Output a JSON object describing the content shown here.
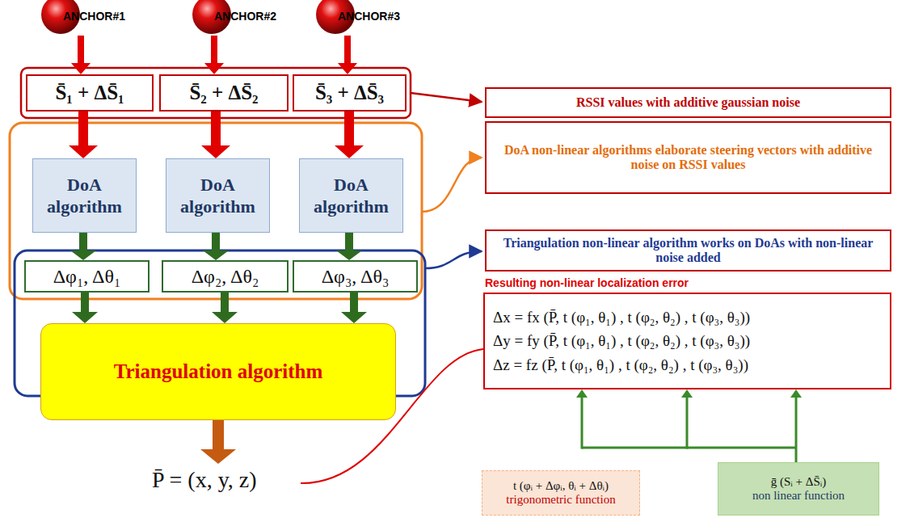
{
  "diagram": {
    "nodes": [
      {
        "text": [
          "ANCHOR#1"
        ]
      },
      {
        "text": [
          "ANCHOR#2"
        ]
      },
      {
        "text": [
          "ANCHOR#3"
        ]
      },
      {
        "text": [
          "S̄₁ + ΔS̄₁"
        ]
      },
      {
        "text": [
          "S̄₂ + ΔS̄₂"
        ]
      },
      {
        "text": [
          "S̄₃ + ΔS̄₃"
        ]
      },
      {
        "text": [
          "RSSI values with additive gaussian noise"
        ]
      },
      {
        "text": [
          "DoA algorithm"
        ]
      },
      {
        "text": [
          "DoA algorithm"
        ]
      },
      {
        "text": [
          "DoA algorithm"
        ]
      },
      {
        "text": [
          "DoA non-linear algorithms elaborate steering vectors with additive noise on RSSI values"
        ]
      },
      {
        "text": [
          "Δφ₁, Δθ₁"
        ]
      },
      {
        "text": [
          "Δφ₂, Δθ₂"
        ]
      },
      {
        "text": [
          "Δφ₃, Δθ₃"
        ]
      },
      {
        "text": [
          "Triangulation non-linear algorithm works on DoAs with non-linear noise added"
        ]
      },
      {
        "text": [
          "Triangulation algorithm"
        ]
      },
      {
        "text": [
          "Resulting non-linear localization error",
          "Δx = fx (P̄, t (φ₁, θ₁) , t (φ₂, θ₂) , t (φ₃, θ₃))",
          "Δy = fy (P̄, t (φ₁, θ₁) , t (φ₂, θ₂) , t (φ₃, θ₃))",
          "Δz = fz (P̄, t (φ₁, θ₁) , t (φ₂, θ₂) , t (φ₃, θ₃))"
        ]
      },
      {
        "text": [
          "t (φᵢ + Δφᵢ, θᵢ + Δθᵢ)",
          "trigonometric function"
        ]
      },
      {
        "text": [
          "ḡ (Sᵢ + ΔS̄ᵢ)",
          "non linear function"
        ]
      }
    ],
    "edges": [
      {
        "from": 0,
        "to": 3,
        "arrow": "to"
      },
      {
        "from": 1,
        "to": 4,
        "arrow": "to"
      },
      {
        "from": 2,
        "to": 5,
        "arrow": "to"
      },
      {
        "from": 3,
        "to": 7,
        "arrow": "to"
      },
      {
        "from": 4,
        "to": 8,
        "arrow": "to"
      },
      {
        "from": 5,
        "to": 9,
        "arrow": "to"
      },
      {
        "from": 7,
        "to": 11,
        "arrow": "to"
      },
      {
        "from": 8,
        "to": 12,
        "arrow": "to"
      },
      {
        "from": 9,
        "to": 13,
        "arrow": "to"
      },
      {
        "from": 11,
        "to": 15,
        "arrow": "to"
      },
      {
        "from": 12,
        "to": 15,
        "arrow": "to"
      },
      {
        "from": 13,
        "to": 15,
        "arrow": "to"
      },
      {
        "from": 18,
        "to": 16,
        "arrow": "to"
      }
    ],
    "labels": [
      "P̄ = (x, y, z)"
    ]
  }
}
